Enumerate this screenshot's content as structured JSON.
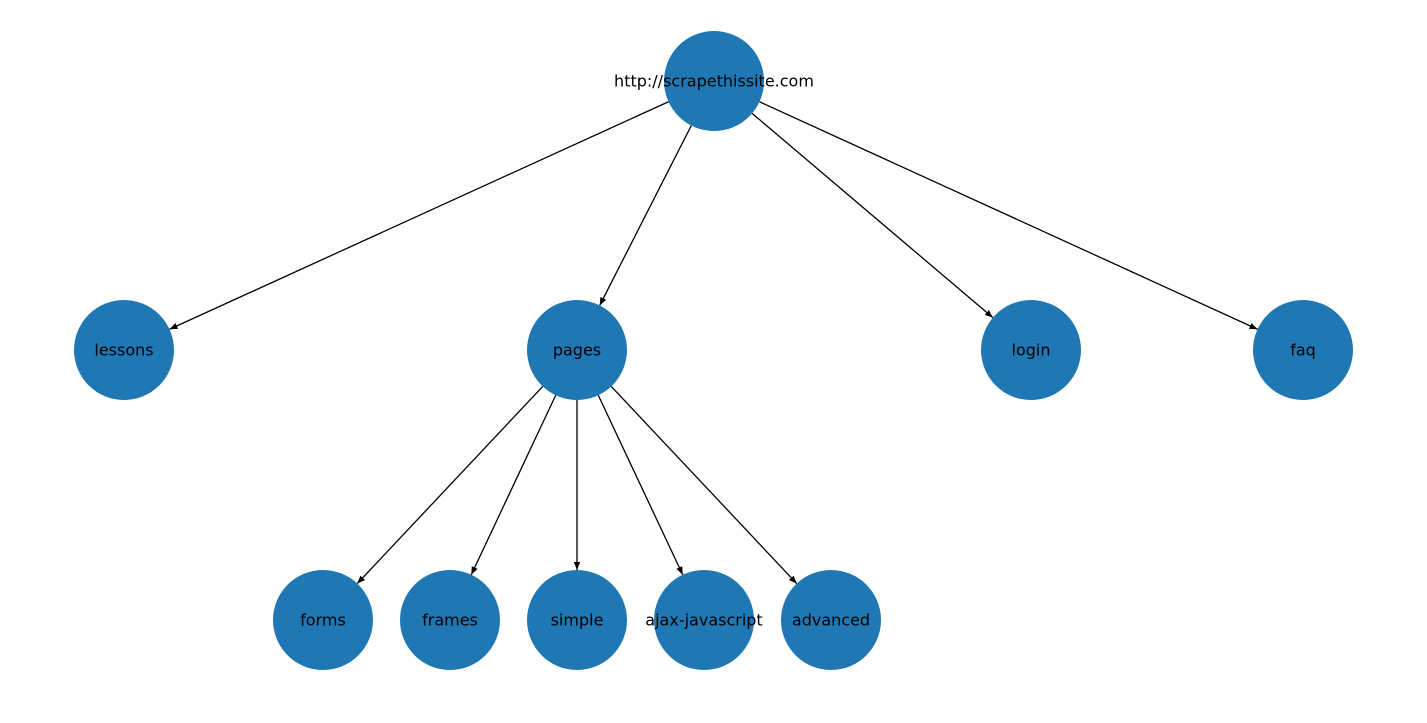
{
  "graph": {
    "node_color": "#1f77b4",
    "edge_color": "#000000",
    "label_color": "#000000",
    "nodes": [
      {
        "id": "root",
        "label": "http://scrapethissite.com"
      },
      {
        "id": "lessons",
        "label": "lessons"
      },
      {
        "id": "pages",
        "label": "pages"
      },
      {
        "id": "login",
        "label": "login"
      },
      {
        "id": "faq",
        "label": "faq"
      },
      {
        "id": "forms",
        "label": "forms"
      },
      {
        "id": "frames",
        "label": "frames"
      },
      {
        "id": "simple",
        "label": "simple"
      },
      {
        "id": "ajax-javascript",
        "label": "ajax-javascript"
      },
      {
        "id": "advanced",
        "label": "advanced"
      }
    ],
    "edges": [
      {
        "from": "root",
        "to": "lessons"
      },
      {
        "from": "root",
        "to": "pages"
      },
      {
        "from": "root",
        "to": "login"
      },
      {
        "from": "root",
        "to": "faq"
      },
      {
        "from": "pages",
        "to": "forms"
      },
      {
        "from": "pages",
        "to": "frames"
      },
      {
        "from": "pages",
        "to": "simple"
      },
      {
        "from": "pages",
        "to": "ajax-javascript"
      },
      {
        "from": "pages",
        "to": "advanced"
      }
    ]
  }
}
